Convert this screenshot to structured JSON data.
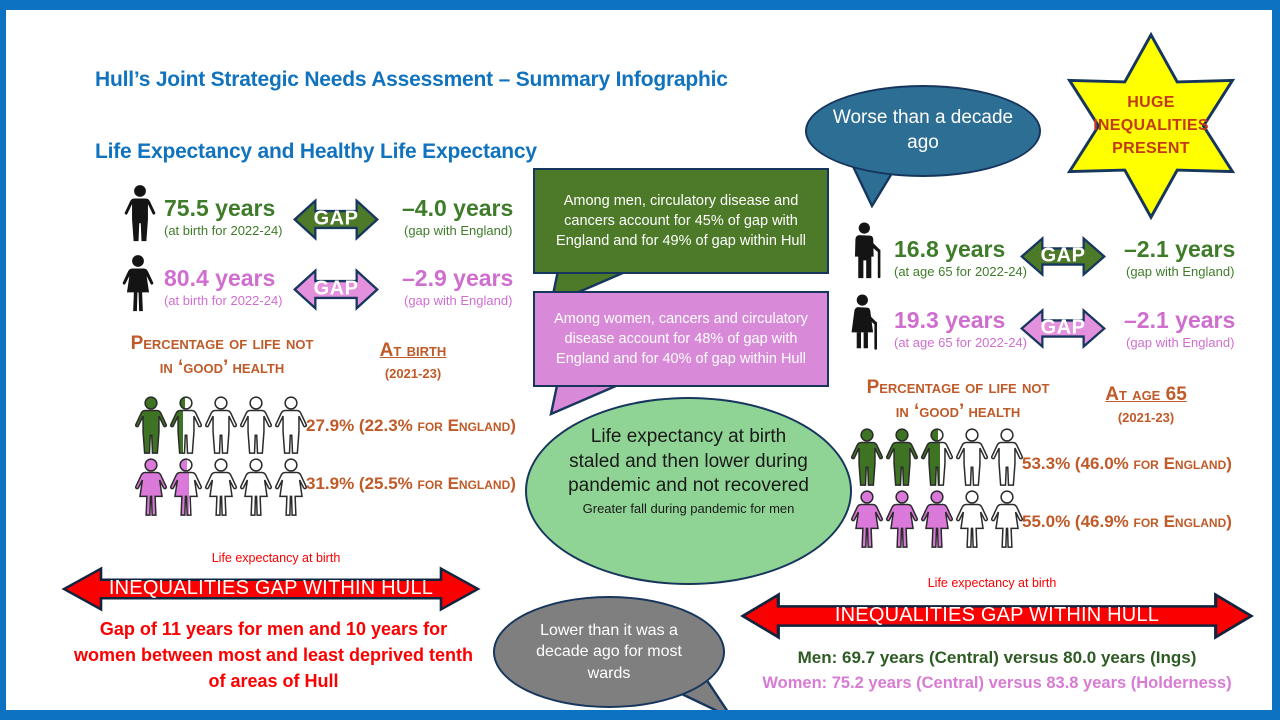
{
  "page": {
    "title": "Hull’s Joint Strategic Needs Assessment – Summary Infographic",
    "subtitle": "Life Expectancy and Healthy Life Expectancy"
  },
  "colors": {
    "frame_blue": "#0d72c2",
    "title_blue": "#1173bd",
    "green": "#3e7c2a",
    "pink": "#d06ed0",
    "orange": "#c05a28",
    "red": "#fb0000",
    "navy_outline": "#17365d",
    "bubble_green": "#4d7a28",
    "bubble_pink": "#d88ad8",
    "blue_ellipse": "#2d6e94",
    "green_ellipse": "#8fd494",
    "gray_ellipse": "#7f7f7f",
    "star_yellow": "#ffff00",
    "star_text": "#c23a18",
    "detail_green": "#2e5b24",
    "detail_pink": "#d97bd4"
  },
  "le_birth": {
    "men": {
      "value": "75.5 years",
      "note": "(at birth for 2022-24)",
      "gap_word": "GAP",
      "gap_value": "–4.0 years",
      "gap_note": "(gap with England)"
    },
    "women": {
      "value": "80.4 years",
      "note": "(at birth for 2022-24)",
      "gap_word": "GAP",
      "gap_value": "–2.9 years",
      "gap_note": "(gap with England)"
    }
  },
  "le_65": {
    "men": {
      "value": "16.8 years",
      "note": "(at age 65 for 2022-24)",
      "gap_word": "GAP",
      "gap_value": "–2.1 years",
      "gap_note": "(gap with England)"
    },
    "women": {
      "value": "19.3 years",
      "note": "(at age 65 for 2022-24)",
      "gap_word": "GAP",
      "gap_value": "–2.1 years",
      "gap_note": "(gap with England)"
    }
  },
  "health_birth": {
    "heading1": "Percentage of life not",
    "heading2": "in ‘good’ health",
    "period": "At birth",
    "period_note": "(2021-23)",
    "men_stat": "27.9% (22.3% for England)",
    "women_stat": "31.9% (25.5% for England)"
  },
  "health_65": {
    "heading1": "Percentage of life not",
    "heading2": "in ‘good’ health",
    "period": "At age 65",
    "period_note": "(2021-23)",
    "men_stat": "53.3% (46.0% for England)",
    "women_stat": "55.0% (46.9% for England)"
  },
  "person_rows": {
    "birth_men": {
      "type": "man",
      "count": 5,
      "filled": 1.4,
      "fill": "#3d7323"
    },
    "birth_women": {
      "type": "woman",
      "count": 5,
      "filled": 1.6,
      "fill": "#da79da"
    },
    "age65_men": {
      "type": "man",
      "count": 5,
      "filled": 2.6,
      "fill": "#3d7323"
    },
    "age65_women": {
      "type": "woman",
      "count": 5,
      "filled": 3.0,
      "fill": "#da79da"
    }
  },
  "bubbles": {
    "men_explain": "Among men, circulatory disease and cancers account for 45% of gap with England and for 49% of gap within Hull",
    "women_explain": "Among women, cancers and circulatory disease account for 48% of gap with England and for 40% of gap within Hull",
    "worse": "Worse than a decade ago",
    "pandemic_main": "Life expectancy at birth staled and then lower during pandemic and not recovered",
    "pandemic_sub": "Greater fall during pandemic for men",
    "lower": "Lower than it was a decade ago for most wards"
  },
  "star": {
    "l1": "HUGE",
    "l2": "INEQUALITIES",
    "l3": "PRESENT"
  },
  "ineq_left": {
    "context": "Life expectancy at birth",
    "label": "INEQUALITIES GAP WITHIN HULL",
    "detail": "Gap of 11 years for men and 10 years for women between most and least deprived tenth of areas of Hull"
  },
  "ineq_right": {
    "context": "Life expectancy at birth",
    "label": "INEQUALITIES GAP WITHIN HULL",
    "men": "Men: 69.7 years (Central) versus 80.0 years (Ings)",
    "women": "Women: 75.2 years (Central) versus 83.8 years (Holderness)"
  }
}
